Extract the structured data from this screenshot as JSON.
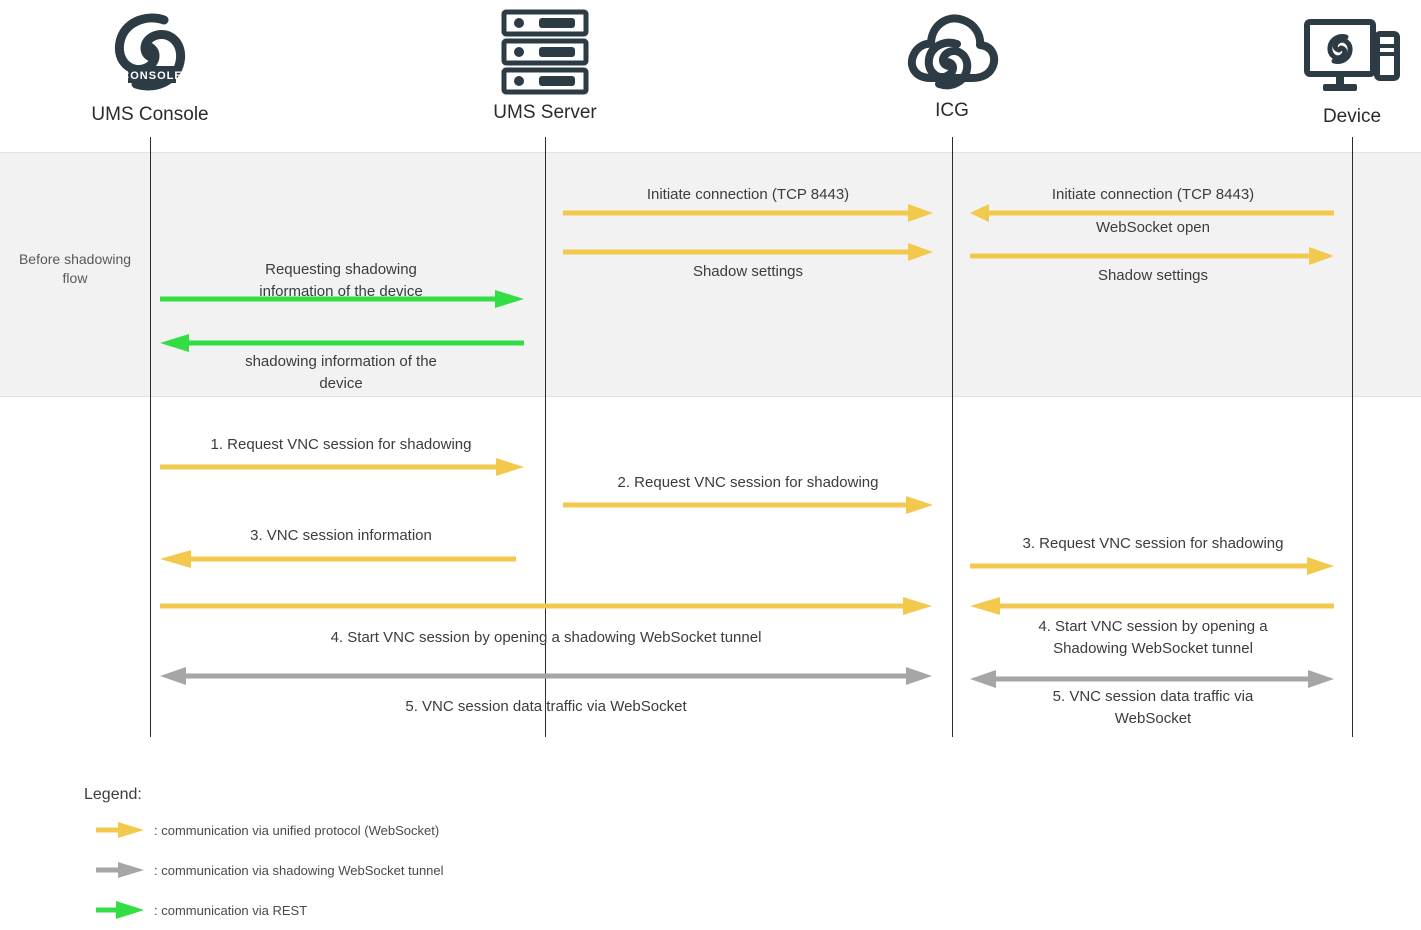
{
  "diagram": {
    "title": "Shadowing sequence diagram",
    "colors": {
      "unified_protocol": "#F2C94C",
      "shadowing_tunnel": "#A6A6A6",
      "rest": "#33DD44",
      "lifeline": "#2b2b2b",
      "band": "#f2f2f2",
      "icon": "#2d3b44"
    }
  },
  "participants": [
    {
      "id": "ums-console",
      "label": "UMS Console",
      "icon": "ums-console-logo-icon"
    },
    {
      "id": "ums-server",
      "label": "UMS Server",
      "icon": "server-rack-icon"
    },
    {
      "id": "icg",
      "label": "ICG",
      "icon": "cloud-gateway-icon"
    },
    {
      "id": "device",
      "label": "Device",
      "icon": "desktop-device-icon"
    }
  ],
  "phases": [
    {
      "id": "before-shadowing",
      "label": "Before\nshadowing\nflow"
    }
  ],
  "messages": [
    {
      "id": "m-initiate-server-icg",
      "text": "Initiate connection (TCP 8443)",
      "kind": "unified",
      "direction": "right"
    },
    {
      "id": "m-shadow-settings-1",
      "text": "Shadow settings",
      "kind": "unified",
      "direction": "right"
    },
    {
      "id": "m-initiate-icg-device",
      "text": "Initiate connection (TCP 8443)",
      "kind": "unified",
      "direction": "left"
    },
    {
      "id": "m-websocket-open",
      "text": "WebSocket open",
      "kind": "unified",
      "direction": "right"
    },
    {
      "id": "m-shadow-settings-2",
      "text": "Shadow settings",
      "kind": "unified",
      "direction": "right"
    },
    {
      "id": "m-request-shadow-info",
      "text": "Requesting shadowing\ninformation of the device",
      "kind": "rest",
      "direction": "right"
    },
    {
      "id": "m-shadow-info-reply",
      "text": "shadowing information of the\ndevice",
      "kind": "rest",
      "direction": "left"
    },
    {
      "id": "m-step1",
      "text": "1.   Request VNC session for shadowing",
      "kind": "unified",
      "direction": "right"
    },
    {
      "id": "m-step2",
      "text": "2.   Request VNC session for shadowing",
      "kind": "unified",
      "direction": "right"
    },
    {
      "id": "m-step3-left",
      "text": "3.   VNC session information",
      "kind": "unified",
      "direction": "left"
    },
    {
      "id": "m-step3-right",
      "text": "3.   Request VNC session for shadowing",
      "kind": "unified",
      "direction": "right"
    },
    {
      "id": "m-step4-left",
      "text": "4.   Start VNC session by opening a shadowing WebSocket tunnel",
      "kind": "unified",
      "direction": "right"
    },
    {
      "id": "m-step4-right",
      "text": "4.   Start VNC session by opening a\nShadowing WebSocket tunnel",
      "kind": "unified",
      "direction": "left"
    },
    {
      "id": "m-step5-left",
      "text": "5.   VNC session data traffic via WebSocket",
      "kind": "tunnel",
      "direction": "both"
    },
    {
      "id": "m-step5-right",
      "text": "5.   VNC session data traffic via\nWebSocket",
      "kind": "tunnel",
      "direction": "both"
    }
  ],
  "legend": {
    "title": "Legend:",
    "items": [
      {
        "id": "legend-unified",
        "color_kind": "unified",
        "text": ": communication via unified protocol (WebSocket)"
      },
      {
        "id": "legend-tunnel",
        "color_kind": "tunnel",
        "text": ": communication via shadowing WebSocket tunnel"
      },
      {
        "id": "legend-rest",
        "color_kind": "rest",
        "text": ": communication via REST"
      }
    ]
  }
}
